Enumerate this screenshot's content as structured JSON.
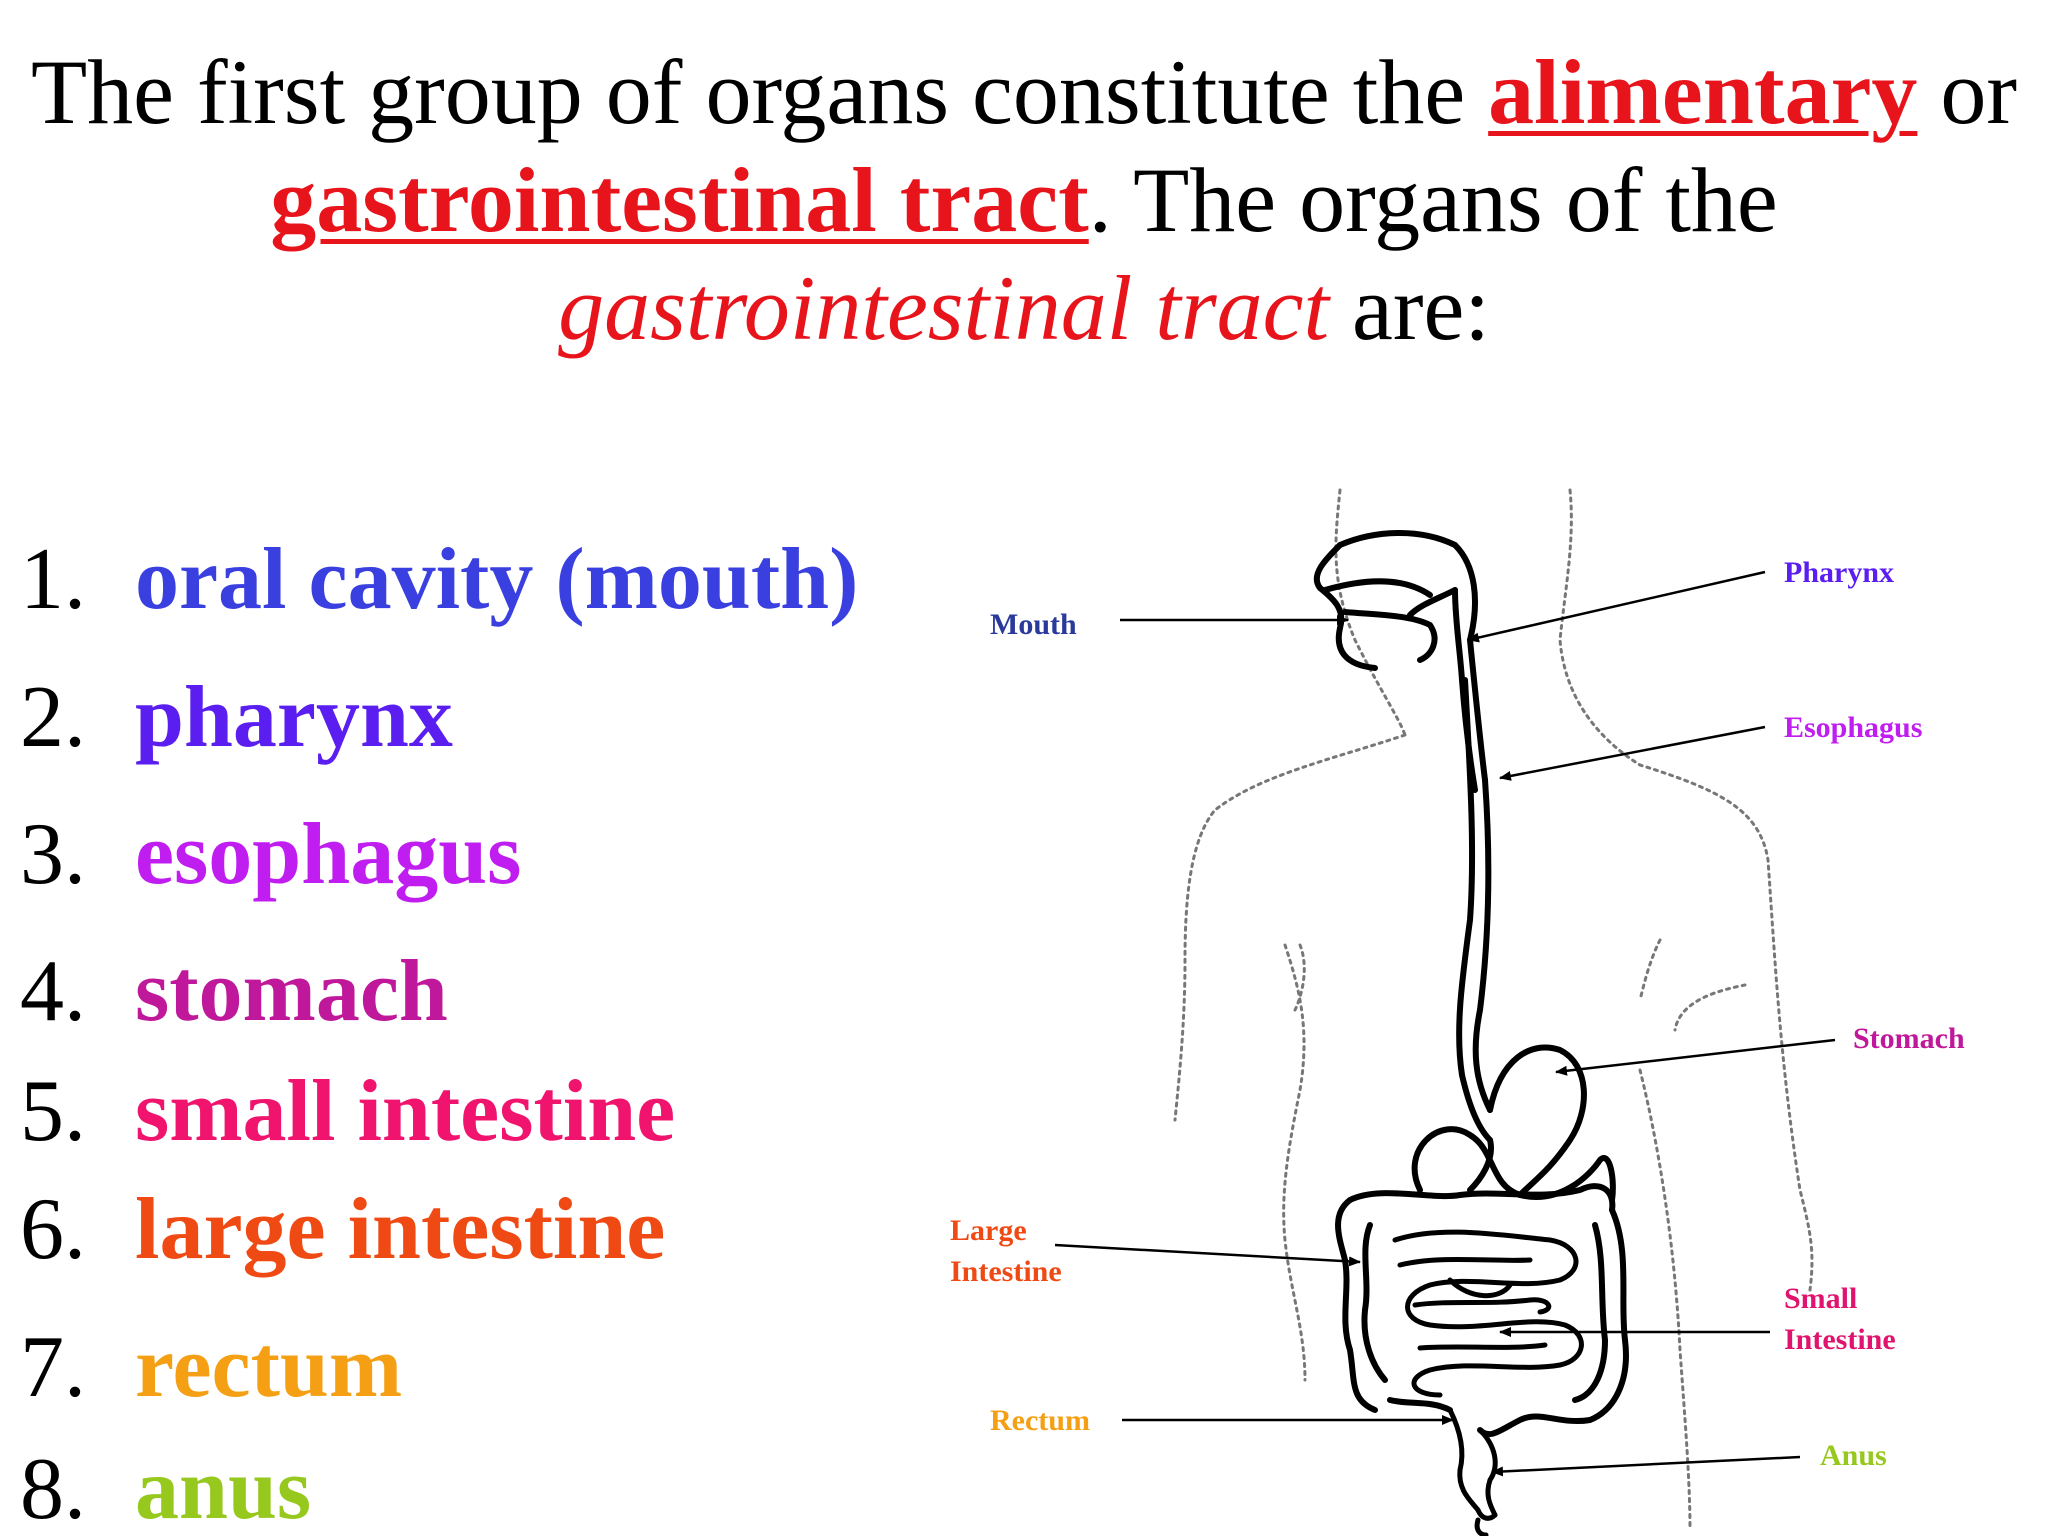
{
  "title": {
    "line1_prefix": "The first group of organs constitute the ",
    "line1_highlight": "alimentary",
    "line1_suffix": " or",
    "line2_highlight": "gastrointestinal tract",
    "line2_suffix": ".  The organs of the",
    "line3_italic": "gastrointestinal tract",
    "line3_suffix": " are:"
  },
  "organs": [
    {
      "num": "1.",
      "name": "oral cavity (mouth)",
      "color": "#3a3fe0"
    },
    {
      "num": "2.",
      "name": "pharynx",
      "color": "#5a1ef0"
    },
    {
      "num": "3.",
      "name": "esophagus",
      "color": "#c01ef0"
    },
    {
      "num": "4.",
      "name": "stomach",
      "color": "#c0189a"
    },
    {
      "num": "5.",
      "name": "small intestine",
      "color": "#f0146e"
    },
    {
      "num": "6.",
      "name": "large intestine",
      "color": "#f04a14"
    },
    {
      "num": "7.",
      "name": "rectum",
      "color": "#f5a014"
    },
    {
      "num": "8.",
      "name": "anus",
      "color": "#96c81e"
    }
  ],
  "labels": {
    "mouth": {
      "text": "Mouth",
      "color": "#2a3a9a"
    },
    "pharynx": {
      "text": "Pharynx",
      "color": "#5a1ef0"
    },
    "esophagus": {
      "text": "Esophagus",
      "color": "#c01ef0"
    },
    "stomach": {
      "text": "Stomach",
      "color": "#c0189a"
    },
    "large_intestine_1": {
      "text": "Large",
      "color": "#f04a14"
    },
    "large_intestine_2": {
      "text": "Intestine",
      "color": "#f04a14"
    },
    "small_intestine_1": {
      "text": "Small",
      "color": "#e0146e"
    },
    "small_intestine_2": {
      "text": "Intestine",
      "color": "#e0146e"
    },
    "rectum": {
      "text": "Rectum",
      "color": "#f5a014"
    },
    "anus": {
      "text": "Anus",
      "color": "#96c81e"
    }
  }
}
